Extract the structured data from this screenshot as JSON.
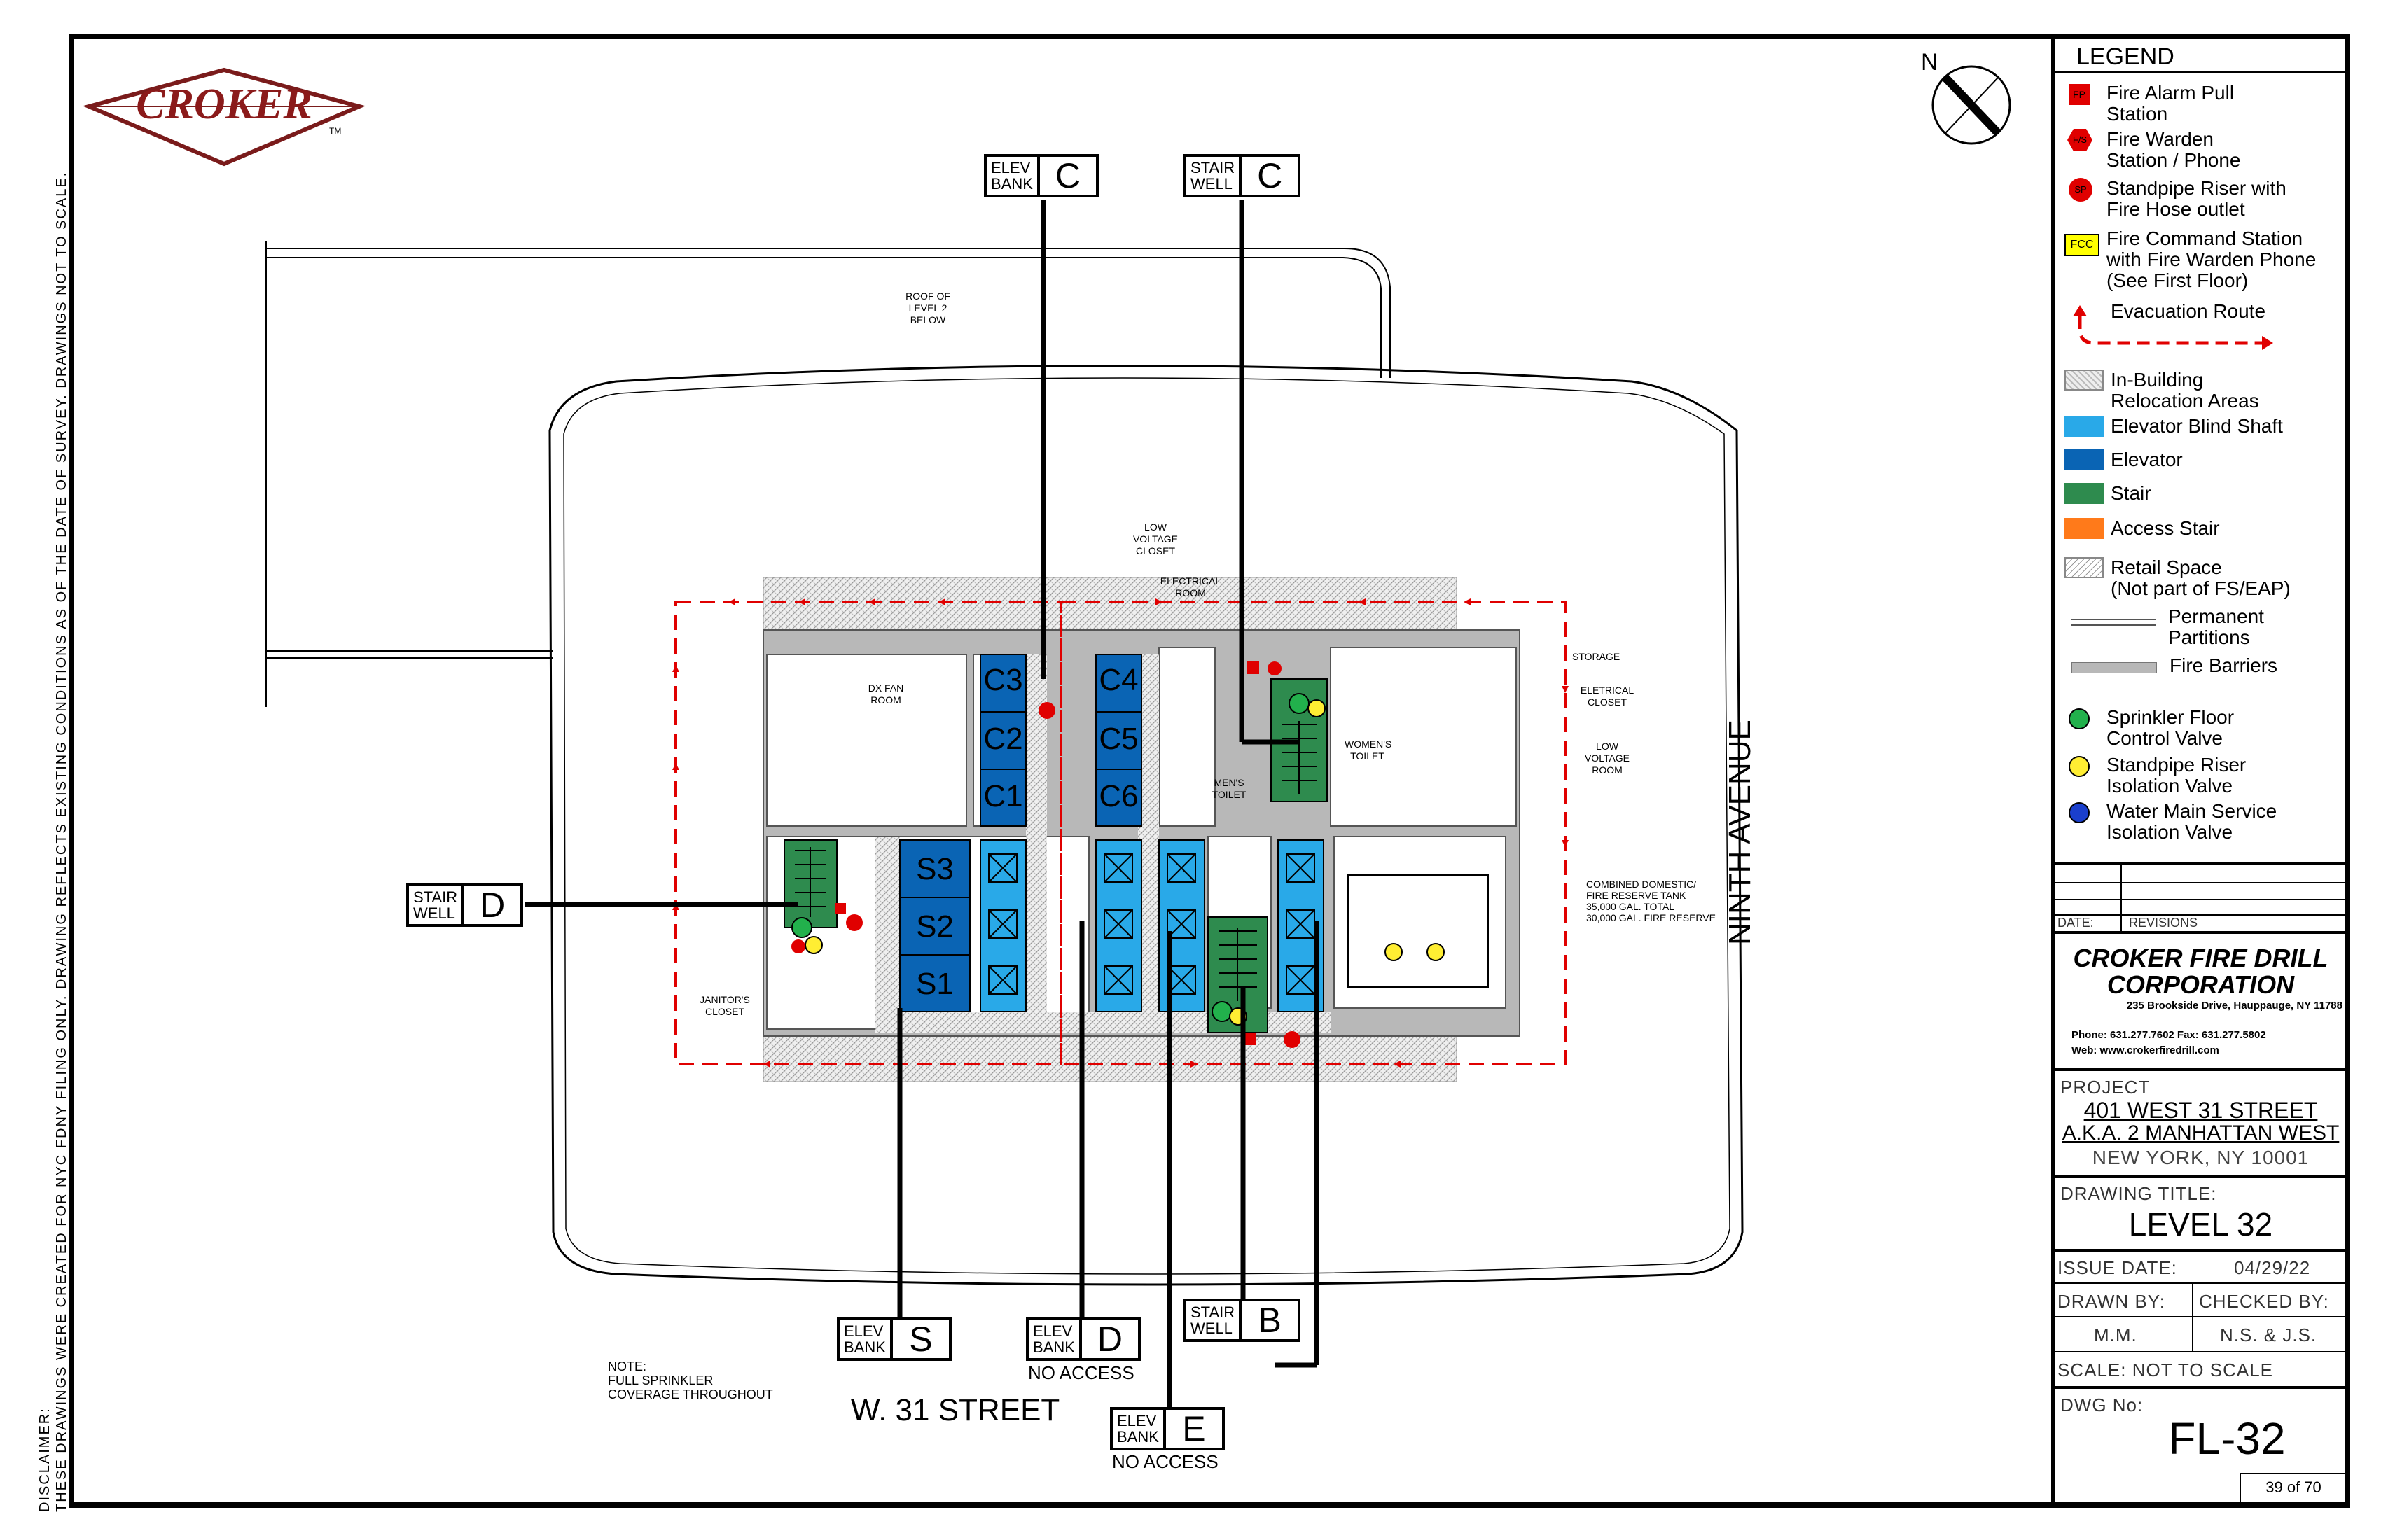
{
  "logo": {
    "text": "CROKER",
    "tm": "TM"
  },
  "disclaimer": {
    "line1": "DISCLAIMER:",
    "line2": "THESE DRAWINGS WERE CREATED FOR NYC FDNY FILING ONLY. DRAWING REFLECTS EXISTING CONDITIONS AS OF THE DATE OF SURVEY. DRAWINGS NOT TO SCALE."
  },
  "compass": {
    "label": "N"
  },
  "streets": {
    "south": "W. 31 STREET",
    "east": "NINTH AVENUE"
  },
  "notes": {
    "roof": "ROOF OF LEVEL 2 BELOW",
    "sprinkler_line1": "NOTE:",
    "sprinkler_line2": "FULL SPRINKLER",
    "sprinkler_line3": "COVERAGE THROUGHOUT",
    "no_access": "NO ACCESS"
  },
  "rooms": {
    "dx_fan": "DX FAN ROOM",
    "low_voltage_top": "LOW VOLTAGE CLOSET",
    "electrical_room": "ELECTRICAL ROOM",
    "storage": "STORAGE",
    "electrical_closet": "ELETRICAL CLOSET",
    "low_voltage_room": "LOW VOLTAGE ROOM",
    "mens_toilet": "MEN'S TOILET",
    "womens_toilet": "WOMEN'S TOILET",
    "janitors_closet": "JANITOR'S CLOSET",
    "tank_line1": "COMBINED DOMESTIC/",
    "tank_line2": "FIRE RESERVE TANK",
    "tank_line3": "35,000 GAL. TOTAL",
    "tank_line4": "30,000 GAL. FIRE RESERVE"
  },
  "elevators": {
    "c3": "C3",
    "c2": "C2",
    "c1": "C1",
    "c4": "C4",
    "c5": "C5",
    "c6": "C6",
    "s3": "S3",
    "s2": "S2",
    "s1": "S1"
  },
  "tags": {
    "elev_bank_c": {
      "l1": "ELEV",
      "l2": "BANK",
      "letter": "C"
    },
    "stair_well_c": {
      "l1": "STAIR",
      "l2": "WELL",
      "letter": "C"
    },
    "stair_well_d": {
      "l1": "STAIR",
      "l2": "WELL",
      "letter": "D"
    },
    "elev_bank_s": {
      "l1": "ELEV",
      "l2": "BANK",
      "letter": "S"
    },
    "elev_bank_d": {
      "l1": "ELEV",
      "l2": "BANK",
      "letter": "D"
    },
    "stair_well_b": {
      "l1": "STAIR",
      "l2": "WELL",
      "letter": "B"
    },
    "elev_bank_e": {
      "l1": "ELEV",
      "l2": "BANK",
      "letter": "E"
    }
  },
  "legend": {
    "title": "LEGEND",
    "fire_alarm": {
      "icon": "FP",
      "text1": "Fire Alarm Pull",
      "text2": "Station"
    },
    "fire_warden": {
      "icon": "F/S",
      "text1": "Fire Warden",
      "text2": "Station / Phone"
    },
    "standpipe": {
      "icon": "SP",
      "text1": "Standpipe Riser with",
      "text2": "Fire Hose outlet"
    },
    "fcc": {
      "icon": "FCC",
      "text1": "Fire Command Station",
      "text2": "with Fire Warden Phone",
      "text3": "(See First Floor)"
    },
    "evacuation": "Evacuation  Route",
    "relocation1": "In-Building",
    "relocation2": "Relocation Areas",
    "blind_shaft": "Elevator Blind Shaft",
    "elevator": "Elevator",
    "stair": "Stair",
    "access_stair": "Access Stair",
    "retail1": "Retail Space",
    "retail2": "(Not part of FS/EAP)",
    "partitions1": "Permanent",
    "partitions2": "Partitions",
    "fire_barriers": "Fire Barriers",
    "sprinkler1": "Sprinkler Floor",
    "sprinkler2": "Control Valve",
    "isolation1": "Standpipe Riser",
    "isolation2": "Isolation Valve",
    "water1": "Water Main Service",
    "water2": "Isolation Valve"
  },
  "colors": {
    "relocation": "#d9d9d9",
    "blind_shaft": "#29a9e8",
    "elevator": "#0a64b4",
    "stair": "#2e8b4e",
    "access_stair": "#ff7a1a",
    "evac_red": "#e00000",
    "fire_barrier": "#b8b8b8"
  },
  "title_block": {
    "date_label": "DATE:",
    "revisions_label": "REVISIONS",
    "company1": "CROKER FIRE DRILL",
    "company2": "CORPORATION",
    "address": "235 Brookside Drive, Hauppauge, NY 11788",
    "phone": "Phone: 631.277.7602  Fax: 631.277.5802",
    "web": "Web: www.crokerfiredrill.com",
    "project_label": "PROJECT",
    "project1": "401 WEST 31 STREET",
    "project2": "A.K.A. 2 MANHATTAN WEST",
    "project3": "NEW YORK, NY 10001",
    "drawing_title_label": "DRAWING TITLE:",
    "drawing_title": "LEVEL 32",
    "issue_date_label": "ISSUE DATE:",
    "issue_date": "04/29/22",
    "drawn_by_label": "DRAWN BY:",
    "drawn_by": "M.M.",
    "checked_by_label": "CHECKED BY:",
    "checked_by": "N.S. & J.S.",
    "scale": "SCALE: NOT TO SCALE",
    "dwg_label": "DWG No:",
    "dwg_no": "FL-32",
    "sheet": "39 of 70"
  }
}
